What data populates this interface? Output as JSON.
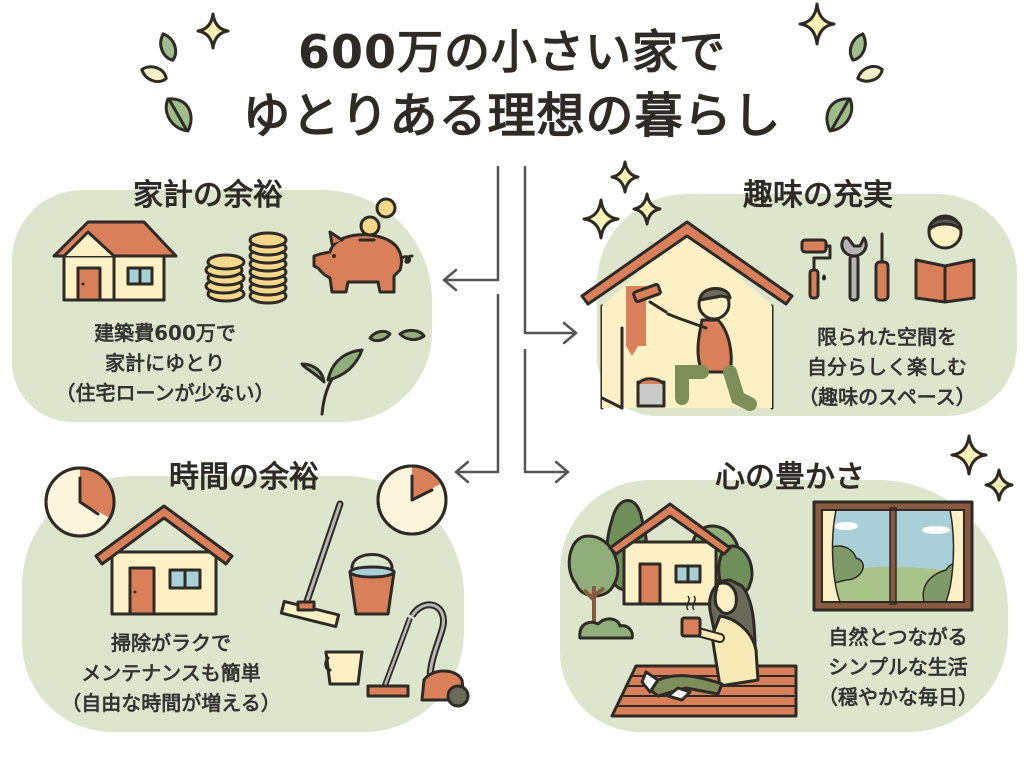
{
  "title": {
    "line1": "600万の小さい家で",
    "line2": "ゆとりある理想の暮らし"
  },
  "colors": {
    "panel_bg": "#dde6cc",
    "accent_orange": "#d9805a",
    "house_wall": "#fcf0c4",
    "leaf_green": "#8fae7a",
    "ink": "#2e2a25",
    "arrow": "#555555"
  },
  "sections": [
    {
      "id": "finance",
      "heading": "家計の余裕",
      "lines": [
        "建築費600万で",
        "家計にゆとり",
        "（住宅ローンが少ない）"
      ],
      "icons": [
        "house-icon",
        "coin-stack-icon",
        "piggy-bank-icon",
        "sprout-icon"
      ]
    },
    {
      "id": "hobby",
      "heading": "趣味の充実",
      "lines": [
        "限られた空間を",
        "自分らしく楽しむ",
        "（趣味のスペース）"
      ],
      "icons": [
        "painting-person-icon",
        "paint-roller-icon",
        "wrench-icon",
        "screwdriver-icon",
        "reading-person-icon"
      ]
    },
    {
      "id": "time",
      "heading": "時間の余裕",
      "lines": [
        "掃除がラクで",
        "メンテナンスも簡単",
        "（自由な時間が増える）"
      ],
      "icons": [
        "clock-icon",
        "house-icon",
        "mop-icon",
        "bucket-icon",
        "vacuum-icon"
      ]
    },
    {
      "id": "mind",
      "heading": "心の豊かさ",
      "lines": [
        "自然とつながる",
        "シンプルな生活",
        "（穏やかな毎日）"
      ],
      "icons": [
        "house-in-forest-icon",
        "relaxing-woman-icon",
        "window-landscape-icon"
      ]
    }
  ]
}
